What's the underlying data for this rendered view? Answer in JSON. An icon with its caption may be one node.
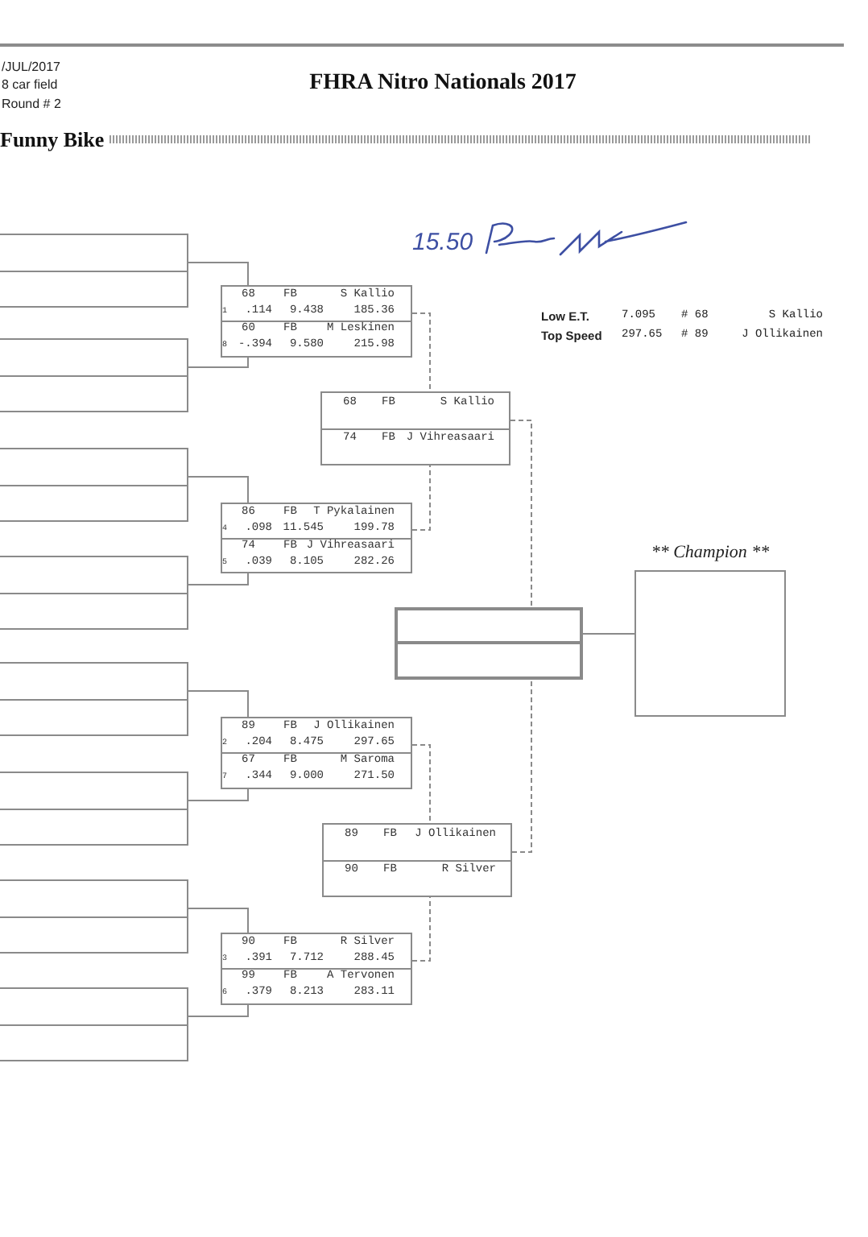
{
  "diagram": {
    "title": "FHRA Nitro Nationals 2017",
    "nodes": [
      {
        "text": [],
        "shape": "box"
      },
      {
        "text": [],
        "shape": "box"
      },
      {
        "text": [],
        "shape": "box"
      },
      {
        "text": [],
        "shape": "box"
      },
      {
        "text": [],
        "shape": "box"
      },
      {
        "text": [],
        "shape": "box"
      },
      {
        "text": [],
        "shape": "box"
      },
      {
        "text": [],
        "shape": "box"
      },
      {
        "text": [],
        "shape": "box"
      },
      {
        "text": [
          "68",
          "FB",
          "S Kallio",
          "1",
          ".114",
          "9.438",
          "185.36"
        ],
        "in": 8
      },
      {
        "text": [
          "60",
          "FB",
          "M Leskinen",
          "8",
          "-.394",
          "9.580",
          "215.98"
        ],
        "in": 8
      },
      {
        "text": [],
        "shape": "box"
      },
      {
        "text": [
          "86",
          "FB",
          "T Pykalainen",
          "4",
          ".098",
          "11.545",
          "199.78"
        ],
        "in": 11
      },
      {
        "text": [
          "74",
          "FB",
          "J Vihreasaari",
          "5",
          ".039",
          "8.105",
          "282.26"
        ],
        "in": 11
      },
      {
        "text": [],
        "shape": "box"
      },
      {
        "text": [
          "89",
          "FB",
          "J Ollikainen",
          "2",
          ".204",
          "8.475",
          "297.65"
        ],
        "in": 14
      },
      {
        "text": [
          "67",
          "FB",
          "M Saroma",
          "7",
          ".344",
          "9.000",
          "271.50"
        ],
        "in": 14
      },
      {
        "text": [],
        "shape": "box"
      },
      {
        "text": [
          "90",
          "FB",
          "R Silver",
          "3",
          ".391",
          "7.712",
          "288.45"
        ],
        "in": 17
      },
      {
        "text": [
          "99",
          "FB",
          "A Tervonen",
          "6",
          ".379",
          "8.213",
          "283.11"
        ],
        "in": 17
      },
      {
        "text": [],
        "shape": "box"
      },
      {
        "text": [
          "68",
          "FB",
          "S Kallio"
        ],
        "in": 20
      },
      {
        "text": [
          "74",
          "FB",
          "J Vihreasaari"
        ],
        "in": 20
      },
      {
        "text": [],
        "shape": "box"
      },
      {
        "text": [
          "89",
          "FB",
          "J Ollikainen"
        ],
        "in": 23
      },
      {
        "text": [
          "90",
          "FB",
          "R Silver"
        ],
        "in": 23
      },
      {
        "text": [],
        "shape": "box"
      },
      {
        "text": [],
        "shape": "box",
        "in": 26
      },
      {
        "text": [],
        "shape": "box",
        "in": 26
      },
      {
        "text": [
          "** Champion **"
        ]
      }
    ],
    "edges": [
      {
        "from": 0,
        "to": 9,
        "arrow": "none"
      },
      {
        "from": 1,
        "to": 10,
        "arrow": "none"
      },
      {
        "from": 2,
        "to": 12,
        "arrow": "none"
      },
      {
        "from": 3,
        "to": 13,
        "arrow": "none"
      },
      {
        "from": 4,
        "to": 15,
        "arrow": "none"
      },
      {
        "from": 5,
        "to": 16,
        "arrow": "none"
      },
      {
        "from": 6,
        "to": 18,
        "arrow": "none"
      },
      {
        "from": 7,
        "to": 19,
        "arrow": "none"
      },
      {
        "from": 8,
        "to": 21,
        "arrow": "none",
        "style": "dashed"
      },
      {
        "from": 11,
        "to": 22,
        "arrow": "none",
        "style": "dashed"
      },
      {
        "from": 14,
        "to": 24,
        "arrow": "none",
        "style": "dashed"
      },
      {
        "from": 17,
        "to": 25,
        "arrow": "none",
        "style": "dashed"
      },
      {
        "from": 20,
        "to": 27,
        "arrow": "none",
        "style": "dashed"
      },
      {
        "from": 23,
        "to": 28,
        "arrow": "none",
        "style": "dashed"
      },
      {
        "from": 26,
        "to": 29,
        "arrow": "none"
      }
    ],
    "labels": [
      "/JUL/2017",
      "8 car field",
      "Round # 2",
      "Funny Bike",
      "15.50",
      "Low E.T.",
      "7.095",
      "# 68",
      "S Kallio",
      "Top Speed",
      "297.65",
      "# 89",
      "J Ollikainen"
    ]
  }
}
